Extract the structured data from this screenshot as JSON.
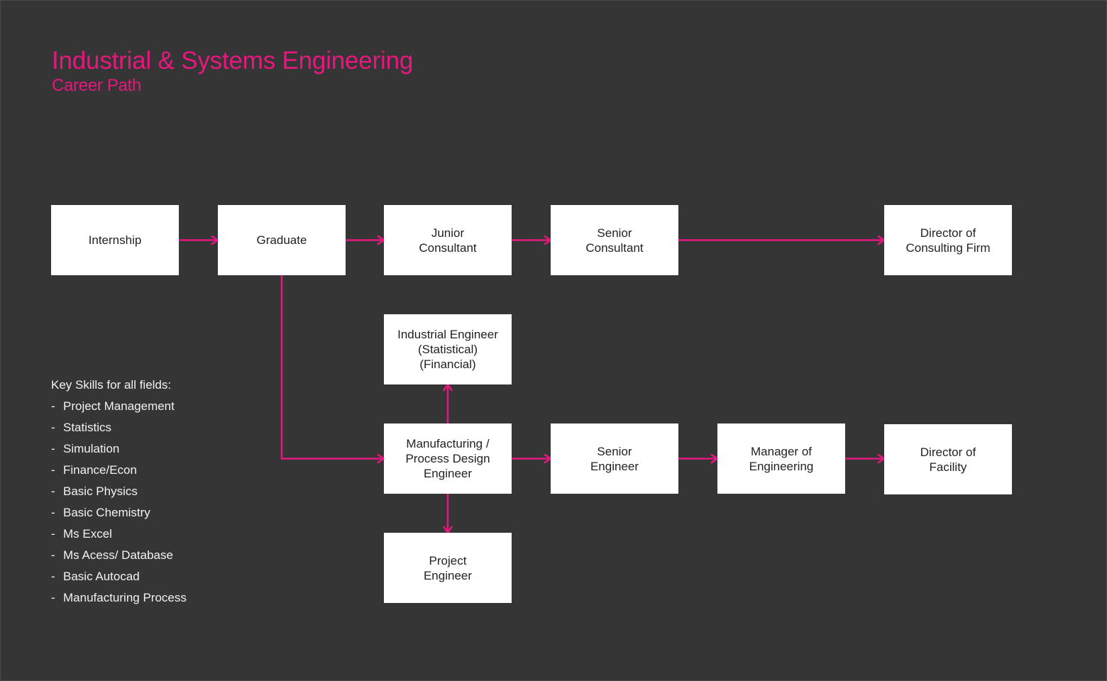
{
  "header": {
    "title": "Industrial & Systems Engineering",
    "subtitle": "Career Path"
  },
  "colors": {
    "background": "#353535",
    "accent": "#e8177f",
    "node_fill": "#ffffff",
    "node_text": "#222222",
    "skills_text": "#f2f2f2"
  },
  "nodes": {
    "internship": "Internship",
    "graduate": "Graduate",
    "junior_consultant": "Junior\nConsultant",
    "senior_consultant": "Senior\nConsultant",
    "director_consulting": "Director of\nConsulting Firm",
    "industrial_engineer": "Industrial Engineer\n(Statistical)\n(Financial)",
    "manufacturing_engineer": "Manufacturing /\nProcess Design\nEngineer",
    "project_engineer": "Project\nEngineer",
    "senior_engineer": "Senior\nEngineer",
    "manager_engineering": "Manager of\nEngineering",
    "director_facility": "Director of\nFacility"
  },
  "edges": [
    {
      "from": "internship",
      "to": "graduate"
    },
    {
      "from": "graduate",
      "to": "junior_consultant"
    },
    {
      "from": "junior_consultant",
      "to": "senior_consultant"
    },
    {
      "from": "senior_consultant",
      "to": "director_consulting"
    },
    {
      "from": "graduate",
      "to": "manufacturing_engineer"
    },
    {
      "from": "manufacturing_engineer",
      "to": "industrial_engineer"
    },
    {
      "from": "manufacturing_engineer",
      "to": "project_engineer"
    },
    {
      "from": "manufacturing_engineer",
      "to": "senior_engineer"
    },
    {
      "from": "senior_engineer",
      "to": "manager_engineering"
    },
    {
      "from": "manager_engineering",
      "to": "director_facility"
    }
  ],
  "skills": {
    "heading": "Key Skills for all fields:",
    "bullet": "-",
    "items": [
      "Project Management",
      "Statistics",
      "Simulation",
      "Finance/Econ",
      "Basic Physics",
      "Basic Chemistry",
      "Ms Excel",
      "Ms Acess/ Database",
      "Basic  Autocad",
      "Manufacturing Process"
    ]
  }
}
